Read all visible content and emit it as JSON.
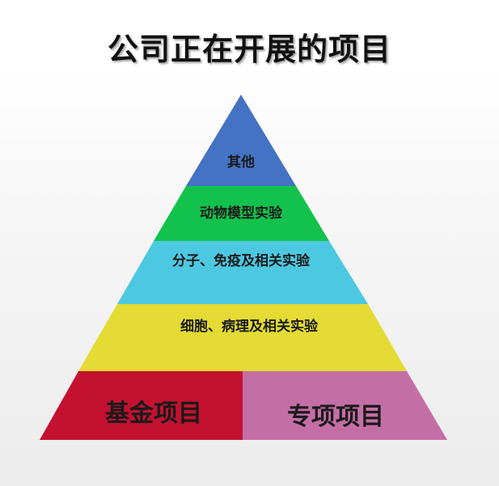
{
  "title": "公司正在开展的项目",
  "colors": {
    "other": "#4472C4",
    "animal": "#13C24C",
    "molecular": "#4DC8E1",
    "cell": "#E4DB34",
    "fund": "#C41130",
    "special": "#C46EA6"
  },
  "layers": {
    "other": "其他",
    "animal": "动物模型实验",
    "molecular": "分子、免疫及相关实验",
    "cell": "细胞、病理及相关实验",
    "fund": "基金项目",
    "special": "专项项目"
  }
}
